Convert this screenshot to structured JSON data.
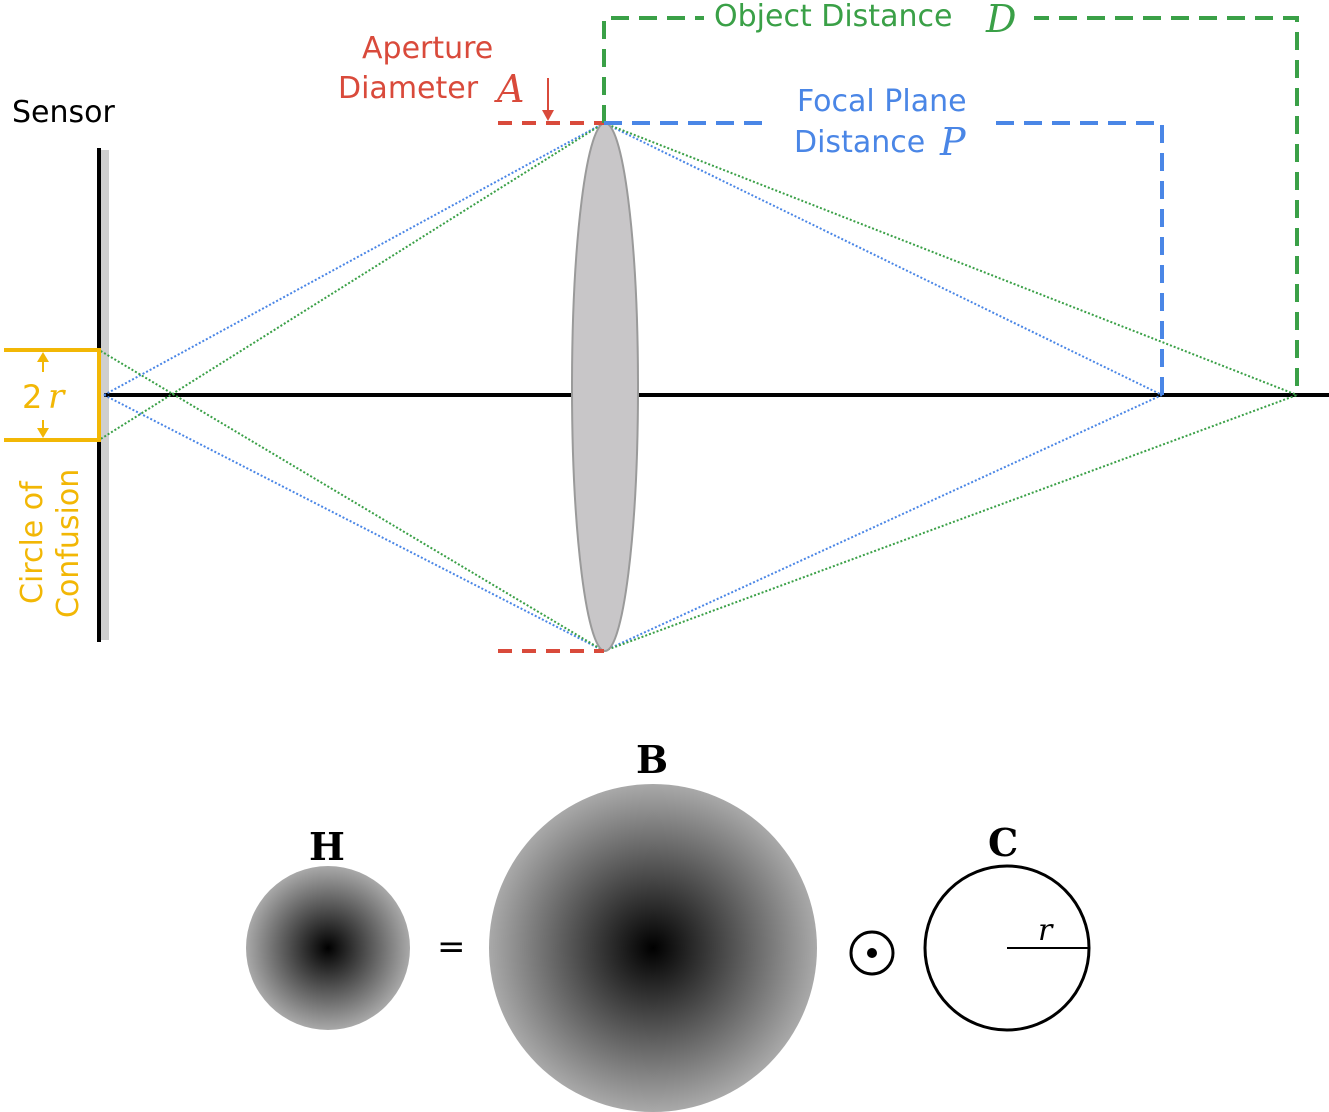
{
  "diagram": {
    "sensor_label": "Sensor",
    "aperture": {
      "line1": "Aperture",
      "line2": "Diameter",
      "symbol": "A"
    },
    "object_distance": {
      "text": "Object Distance",
      "symbol": "D"
    },
    "focal_plane": {
      "line1": "Focal Plane",
      "line2": "Distance",
      "symbol": "P"
    },
    "coc": {
      "symbol_num": "2",
      "symbol_var": "r",
      "line1": "Circle of",
      "line2": "Confusion"
    }
  },
  "equation": {
    "h_label": "H",
    "equals": "=",
    "b_label": "B",
    "operator": "⊙",
    "c_label": "C",
    "r_label": "r"
  },
  "colors": {
    "aperture": "#d94a3b",
    "object": "#3aa047",
    "focal": "#4a86e6",
    "coc": "#f2b705",
    "lens": "#c8c6c8",
    "axis": "#000000"
  }
}
